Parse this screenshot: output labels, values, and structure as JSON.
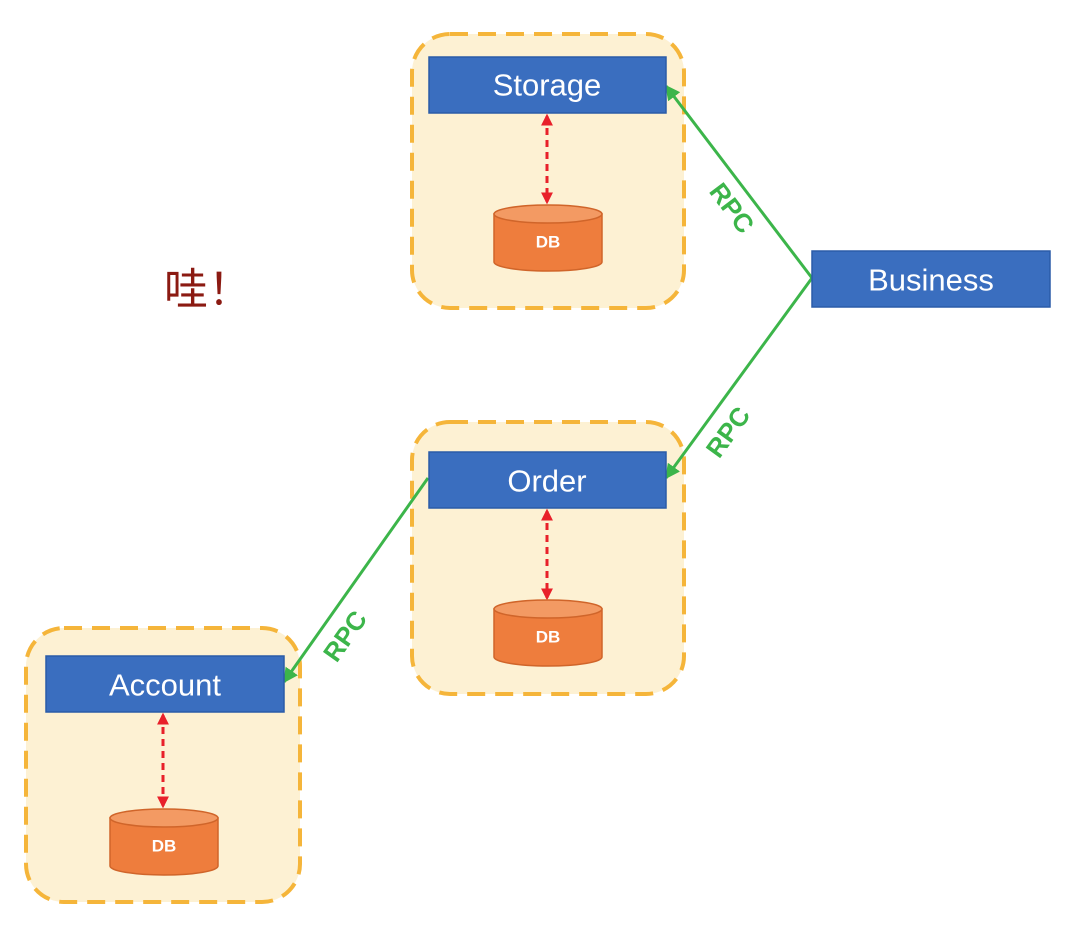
{
  "exclamation": "哇！",
  "services": {
    "storage": "Storage",
    "business": "Business",
    "order": "Order",
    "account": "Account"
  },
  "databases": {
    "storage_db": "DB",
    "order_db": "DB",
    "account_db": "DB"
  },
  "connections": {
    "business_to_storage": "RPC",
    "business_to_order": "RPC",
    "order_to_account": "RPC"
  },
  "colors": {
    "service_fill": "#3a6ebf",
    "group_fill": "#fdf1d3",
    "group_border": "#f5b53a",
    "db_fill": "#ee7d3d",
    "db_link": "#e8202a",
    "rpc_line": "#3cb54a",
    "exclamation_text": "#8b1a12"
  }
}
